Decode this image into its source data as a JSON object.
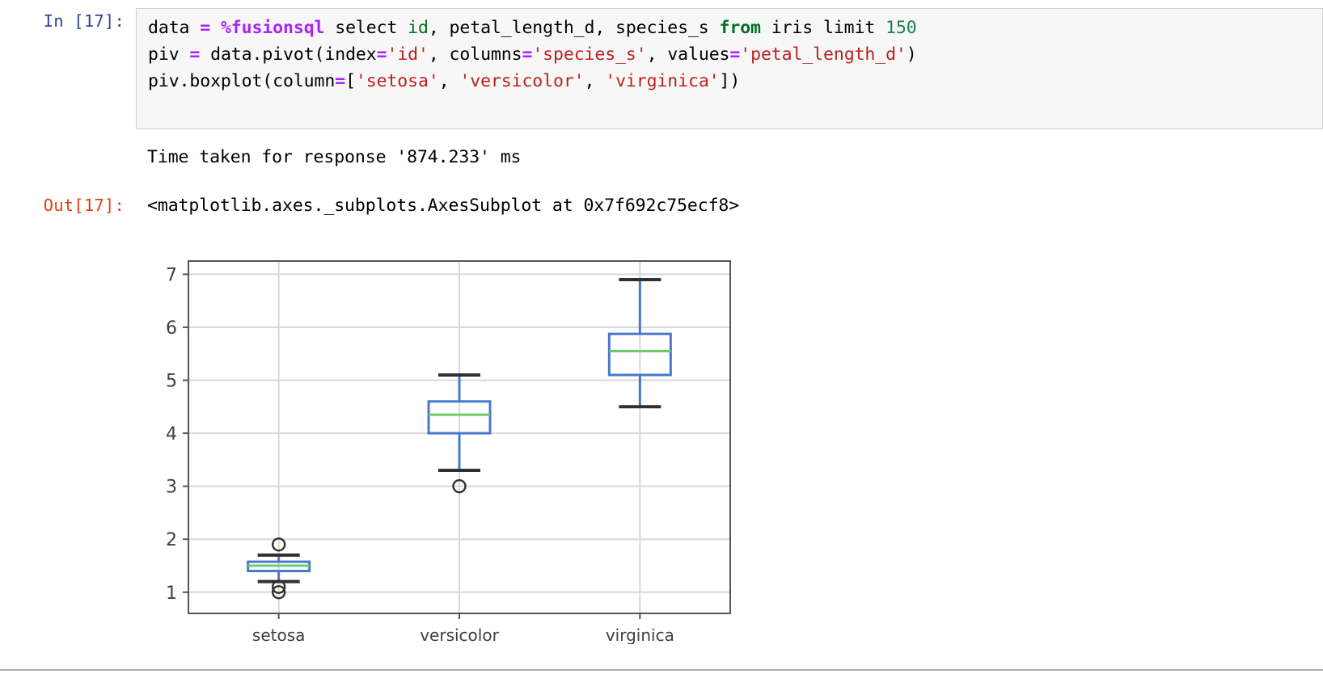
{
  "notebook": {
    "input_prompt": "In [17]:",
    "output_prompt": "Out[17]:",
    "code_lines": [
      "data = %fusionsql select id, petal_length_d, species_s from iris limit 150",
      "piv = data.pivot(index='id', columns='species_s', values='petal_length_d')",
      "piv.boxplot(column=['setosa', 'versicolor', 'virginica'])"
    ],
    "code_tokens": {
      "l1": {
        "a": "data ",
        "op1": "= ",
        "magic": "%fusionsql",
        "b": " select ",
        "builtin": "id",
        "c": ", petal_length_d, species_s ",
        "kw": "from",
        "d": " iris limit ",
        "num": "150"
      },
      "l2": {
        "a": "piv ",
        "op1": "= ",
        "b": "data.pivot(index",
        "op2": "=",
        "s1": "'id'",
        "c": ", columns",
        "op3": "=",
        "s2": "'species_s'",
        "d": ", values",
        "op4": "=",
        "s3": "'petal_length_d'",
        "e": ")"
      },
      "l3": {
        "a": "piv.boxplot(column",
        "op1": "=",
        "b": "[",
        "s1": "'setosa'",
        "c": ", ",
        "s2": "'versicolor'",
        "d": ", ",
        "s3": "'virginica'",
        "e": "])"
      }
    },
    "stdout": "Time taken for response '874.233' ms",
    "out_repr": "<matplotlib.axes._subplots.AxesSubplot at 0x7f692c75ecf8>"
  },
  "chart_data": {
    "type": "box",
    "title": "",
    "xlabel": "",
    "ylabel": "",
    "categories": [
      "setosa",
      "versicolor",
      "virginica"
    ],
    "ylim": [
      0.6,
      7.25
    ],
    "yticks": [
      1,
      2,
      3,
      4,
      5,
      6,
      7
    ],
    "ytick_labels": [
      "1",
      "2",
      "3",
      "4",
      "5",
      "6",
      "7"
    ],
    "grid": true,
    "grid_axis": "y",
    "legend": "none",
    "colors": {
      "box": "#4878cf",
      "median": "#6acc65",
      "whisker": "#4878cf",
      "cap": "#303030",
      "flier_edge": "#303030",
      "grid": "#d8d8d8",
      "spine": "#555555",
      "tick_label": "#404040"
    },
    "boxes": [
      {
        "label": "setosa",
        "whisker_low": 1.2,
        "q1": 1.4,
        "median": 1.5,
        "q3": 1.575,
        "whisker_high": 1.7,
        "fliers": [
          1.9,
          1.1,
          1.0
        ]
      },
      {
        "label": "versicolor",
        "whisker_low": 3.3,
        "q1": 4.0,
        "median": 4.35,
        "q3": 4.6,
        "whisker_high": 5.1,
        "fliers": [
          3.0
        ]
      },
      {
        "label": "virginica",
        "whisker_low": 4.5,
        "q1": 5.1,
        "median": 5.55,
        "q3": 5.875,
        "whisker_high": 6.9,
        "fliers": []
      }
    ]
  }
}
